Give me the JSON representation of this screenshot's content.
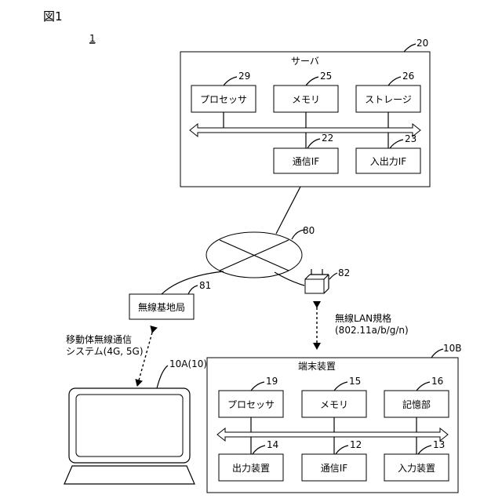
{
  "figure_label": "図1",
  "system_ref": "1",
  "server": {
    "ref": "20",
    "title": "サーバ",
    "processor": {
      "label": "プロセッサ",
      "ref": "29"
    },
    "memory": {
      "label": "メモリ",
      "ref": "25"
    },
    "storage": {
      "label": "ストレージ",
      "ref": "26"
    },
    "comm_if": {
      "label": "通信IF",
      "ref": "22"
    },
    "io_if": {
      "label": "入出力IF",
      "ref": "23"
    }
  },
  "network": {
    "ref": "80"
  },
  "base_station": {
    "label": "無線基地局",
    "ref": "81"
  },
  "access_point": {
    "ref": "82"
  },
  "mobile_link": {
    "line1": "移動体無線通信",
    "line2": "システム(4G, 5G)"
  },
  "wlan_link": {
    "line1": "無線LAN規格",
    "line2": "(802.11a/b/g/n)"
  },
  "laptop": {
    "ref": "10A(10)"
  },
  "terminal": {
    "ref": "10B",
    "title": "端末装置",
    "processor": {
      "label": "プロセッサ",
      "ref": "19"
    },
    "memory": {
      "label": "メモリ",
      "ref": "15"
    },
    "storage": {
      "label": "記憶部",
      "ref": "16"
    },
    "output": {
      "label": "出力装置",
      "ref": "14"
    },
    "comm_if": {
      "label": "通信IF",
      "ref": "12"
    },
    "input": {
      "label": "入力装置",
      "ref": "13"
    }
  }
}
